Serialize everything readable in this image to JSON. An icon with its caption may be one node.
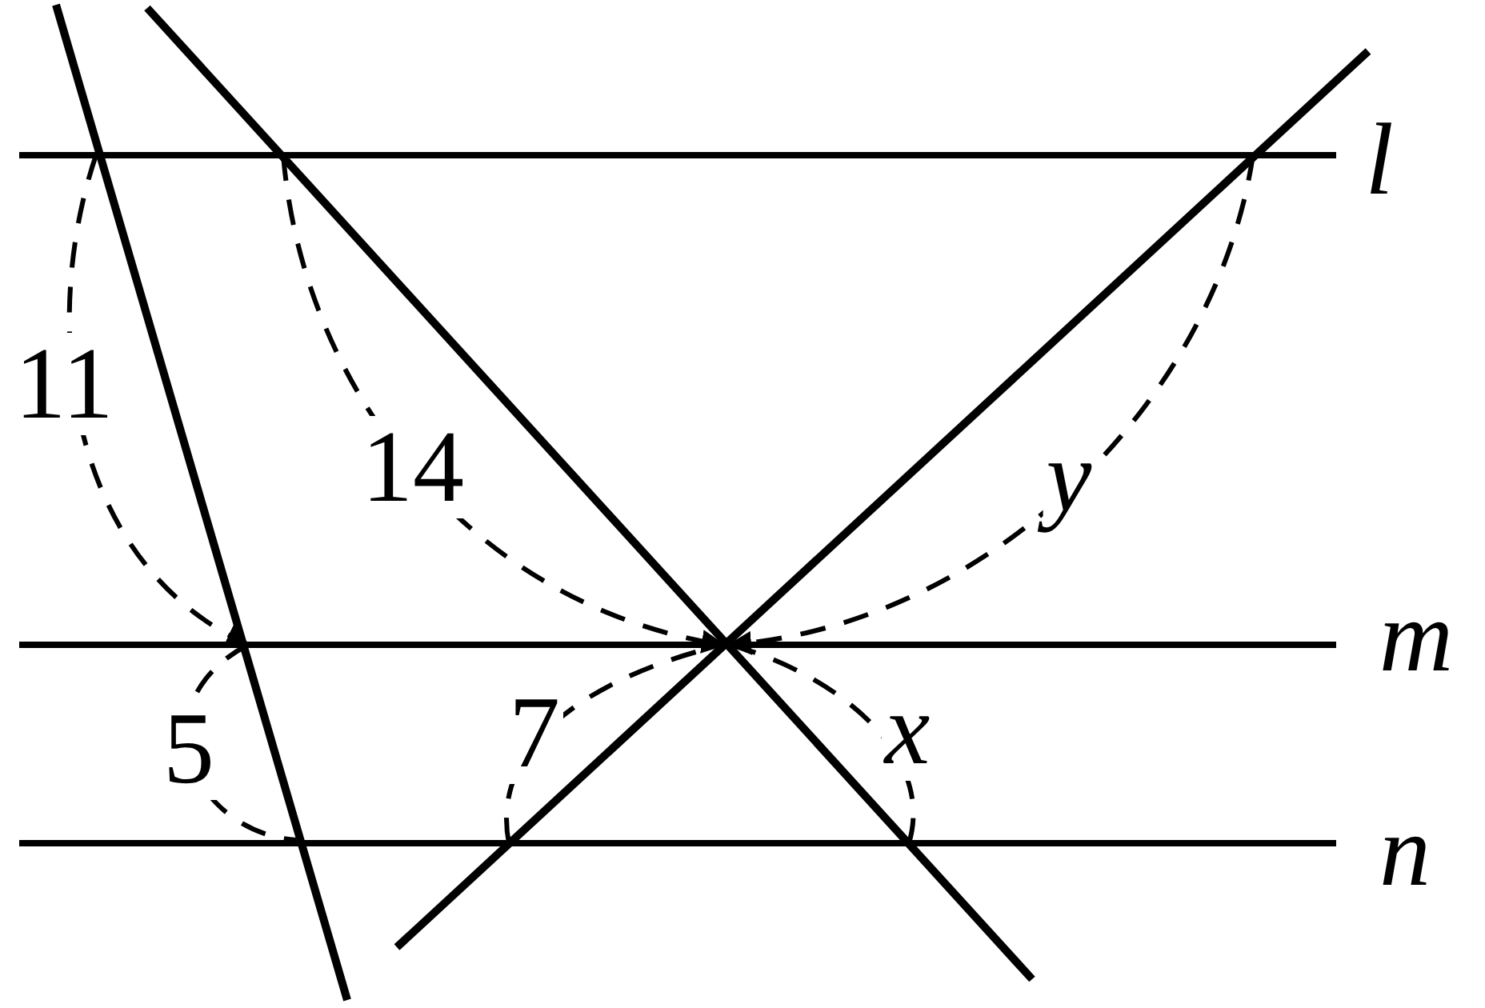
{
  "diagram": {
    "labels": [
      "l",
      "11",
      "14",
      "y",
      "m",
      "7",
      "x",
      "5",
      "n"
    ]
  }
}
